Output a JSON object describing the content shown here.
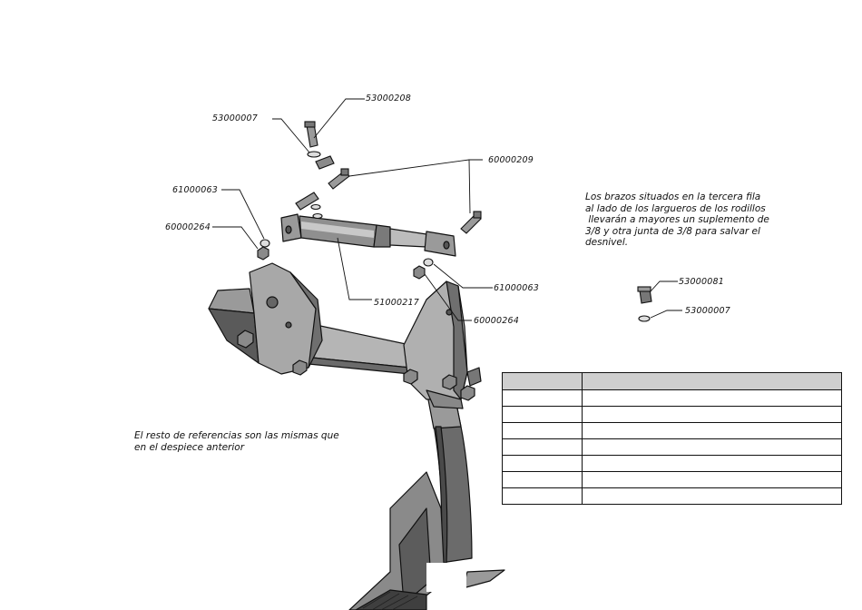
{
  "part_labels": {
    "p1": "53000208",
    "p2": "53000007",
    "p3": "60000209",
    "p4": "61000063",
    "p5": "60000264",
    "p6": "51000217",
    "p7": "61000063",
    "p8": "60000264",
    "p9": "53000081",
    "p10": "53000007"
  },
  "notes": {
    "arms_note_lines": [
      "Los brazos situados en la tercera fila",
      "al lado de los largueros de los rodillos",
      " llevarán a mayores un suplemento de",
      "3/8 y otra junta de 3/8 para salvar el",
      "desnivel."
    ],
    "references_note_lines": [
      "El resto de referencias son las mismas que",
      "en el despiece anterior"
    ]
  },
  "parts_table": {
    "header": [
      "",
      ""
    ],
    "rows": [
      [
        "",
        ""
      ],
      [
        "",
        ""
      ],
      [
        "",
        ""
      ],
      [
        "",
        ""
      ],
      [
        "",
        ""
      ],
      [
        "",
        ""
      ],
      [
        "",
        ""
      ]
    ]
  }
}
